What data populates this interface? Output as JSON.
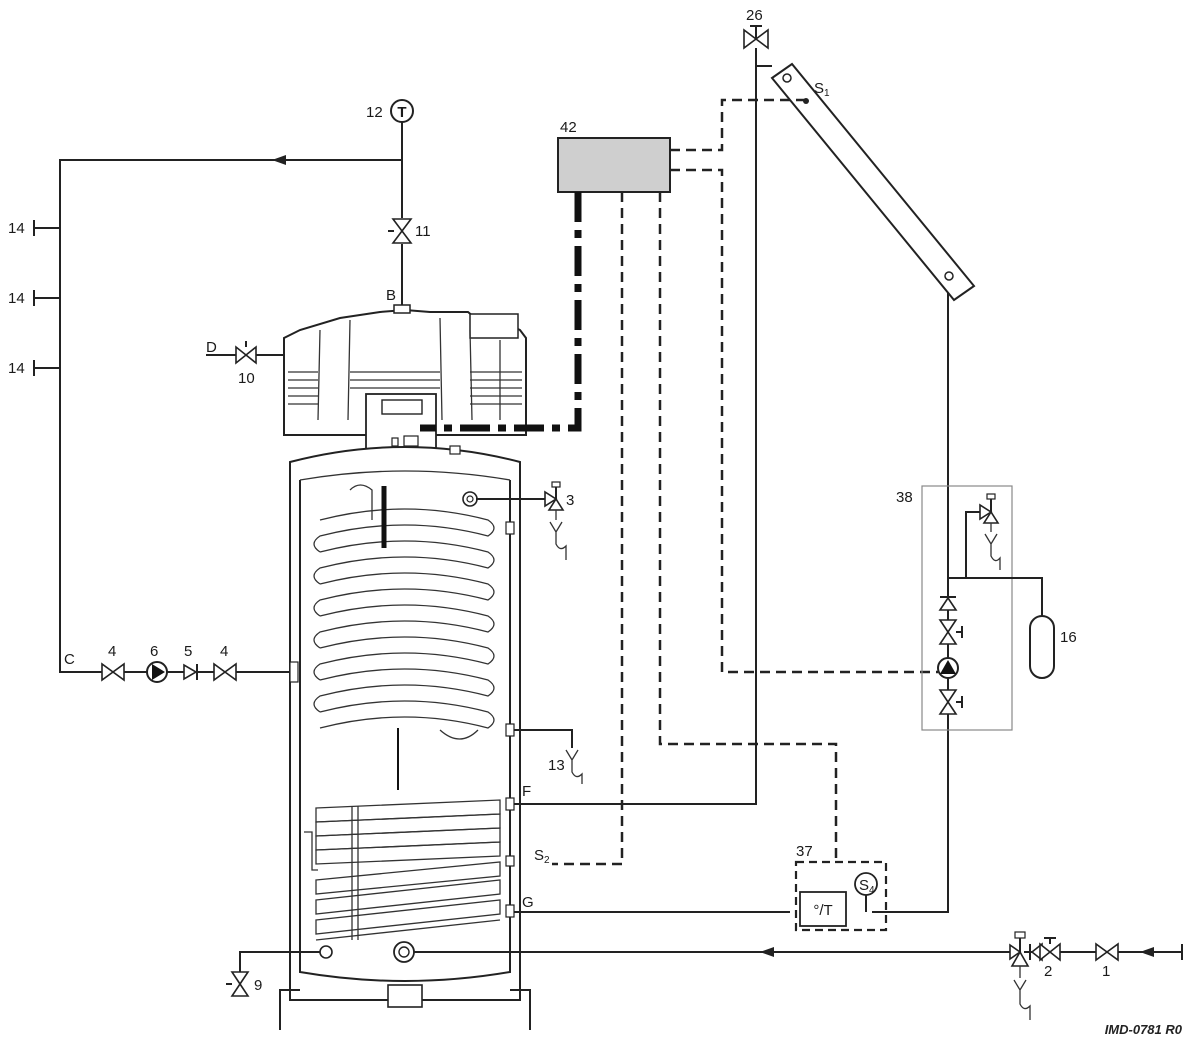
{
  "labels": {
    "n1": "1",
    "n2": "2",
    "n3": "3",
    "n4a": "4",
    "n4b": "4",
    "n5": "5",
    "n6": "6",
    "n9": "9",
    "n10": "10",
    "n11": "11",
    "n12": "12",
    "n13": "13",
    "n14a": "14",
    "n14b": "14",
    "n14c": "14",
    "n16": "16",
    "n26": "26",
    "n37": "37",
    "n38": "38",
    "n42": "42",
    "B": "B",
    "C": "C",
    "D": "D",
    "F": "F",
    "G": "G",
    "S1": "S",
    "S1_sub": "1",
    "S2": "S",
    "S2_sub": "2",
    "S4": "S",
    "S4_sub": "4",
    "thermometer": "T",
    "mixer": "°/T"
  },
  "reference": "IMD-0781 R0",
  "colors": {
    "line": "#222222",
    "controller_fill": "#cfcfcf",
    "background": "#ffffff"
  }
}
